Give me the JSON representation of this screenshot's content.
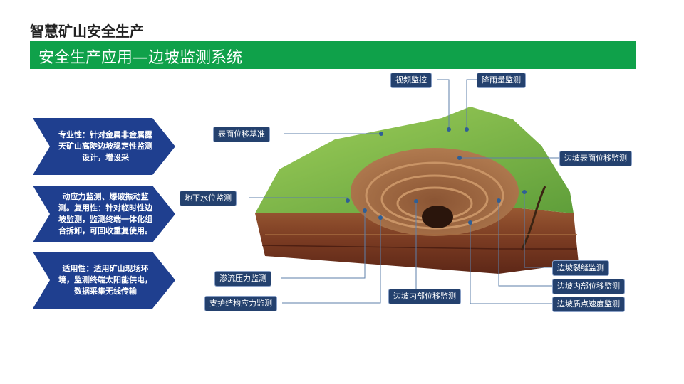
{
  "header": {
    "title": "智慧矿山安全生产",
    "banner": "安全生产应用—边坡监测系统"
  },
  "features": [
    "专业性：针对金属非金属露天矿山高陡边坡稳定性监测设计，增设采",
    "动应力监测、爆破振动监测。复用性：针对临时性边坡监测，监测终端一体化组合拆卸，可回收重复使用。",
    "适用性：适用矿山现场环境，监测终端太阳能供电，数据采集无线传输"
  ],
  "labels": {
    "video": "视频监控",
    "rain": "降雨量监测",
    "surface_base": "表面位移基准",
    "slope_surface": "边坡表面位移监测",
    "groundwater": "地下水位监测",
    "seepage": "渗流压力监测",
    "support": "支护结构应力监测",
    "internal_center": "边坡内部位移监测",
    "crack": "边坡裂缝监测",
    "internal_right": "边坡内部位移监测",
    "velocity": "边坡质点速度监测"
  },
  "colors": {
    "banner_green": "#0fa14a",
    "arrow_blue": "#1f3f8f",
    "label_bg": "#24416e"
  }
}
